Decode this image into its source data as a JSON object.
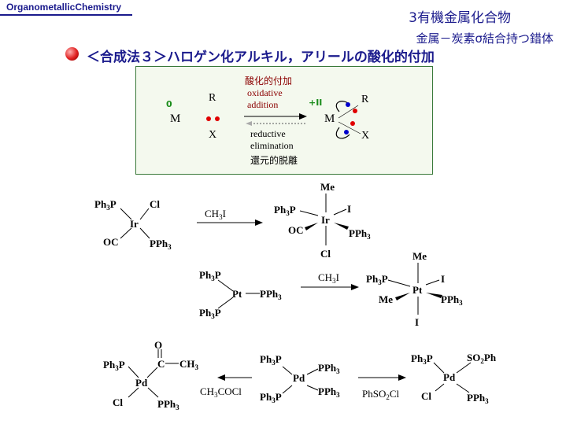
{
  "header": {
    "text": "OrganometallicChemistry"
  },
  "title": "3有機金属化合物",
  "subtitle": "金属－炭素σ結合持つ錯体",
  "section_title": "＜合成法３＞ハロゲン化アルキル，アリールの酸化的付加",
  "box": {
    "oxidation_state_left": "0",
    "metal_left": "M",
    "r_left": "R",
    "x_left": "X",
    "oxidative_jp": "酸化的付加",
    "oxidative_en_1": "oxidative",
    "oxidative_en_2": "addition",
    "oxidation_state_right": "+II",
    "metal_right": "M",
    "r_right": "R",
    "x_right": "X",
    "reductive_en_1": "reductive",
    "reductive_en_2": "elimination",
    "reductive_jp": "還元的脱離"
  },
  "reaction1": {
    "left": {
      "ph3p": "Ph3P",
      "cl": "Cl",
      "metal": "Ir",
      "oc": "OC",
      "pph3": "PPh3"
    },
    "reagent": "CH3I",
    "right": {
      "me": "Me",
      "ph3p": "Ph3P",
      "i": "I",
      "metal": "Ir",
      "oc": "OC",
      "pph3": "PPh3",
      "cl": "Cl"
    }
  },
  "reaction2": {
    "left": {
      "ph3p_top": "Ph3P",
      "metal": "Pt",
      "pph3": "PPh3",
      "ph3p_bottom": "Ph3P"
    },
    "reagent": "CH3I",
    "right": {
      "me_top": "Me",
      "ph3p": "Ph3P",
      "metal": "Pt",
      "i_right": "I",
      "me_left": "Me",
      "pph3": "PPh3",
      "i_bottom": "I"
    }
  },
  "reaction3": {
    "left": {
      "o": "O",
      "ph3p": "Ph3P",
      "c": "C",
      "ch3": "CH3",
      "metal": "Pd",
      "cl": "Cl",
      "pph3": "PPh3"
    },
    "reagent_left": "CH3COCl",
    "center": {
      "ph3p_top": "Ph3P",
      "pph3_top": "PPh3",
      "metal": "Pd",
      "ph3p_bottom": "Ph3P",
      "pph3_bottom": "PPh3"
    },
    "reagent_right": "PhSO2Cl",
    "right": {
      "ph3p": "Ph3P",
      "so2ph": "SO2Ph",
      "metal": "Pd",
      "cl": "Cl",
      "pph3": "PPh3"
    }
  }
}
